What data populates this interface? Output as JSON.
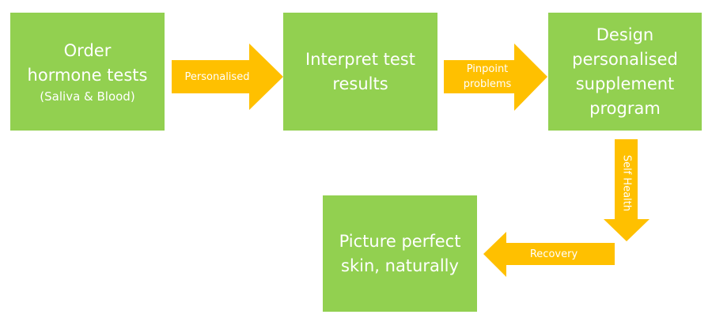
{
  "colors": {
    "box": "#92d050",
    "arrow": "#ffc000",
    "text": "#ffffff"
  },
  "steps": [
    {
      "lines": [
        "Order",
        "hormone tests"
      ],
      "sub": "(Saliva & Blood)"
    },
    {
      "lines": [
        "Interpret test",
        "results"
      ]
    },
    {
      "lines": [
        "Design",
        "personalised",
        "supplement",
        "program"
      ]
    },
    {
      "lines": [
        "Picture perfect",
        "skin, naturally"
      ]
    }
  ],
  "connectors": [
    {
      "label": "Personalised",
      "direction": "right"
    },
    {
      "label_lines": [
        "Pinpoint",
        "problems"
      ],
      "direction": "right"
    },
    {
      "label": "Self Health",
      "direction": "down"
    },
    {
      "label": "Recovery",
      "direction": "left"
    }
  ]
}
